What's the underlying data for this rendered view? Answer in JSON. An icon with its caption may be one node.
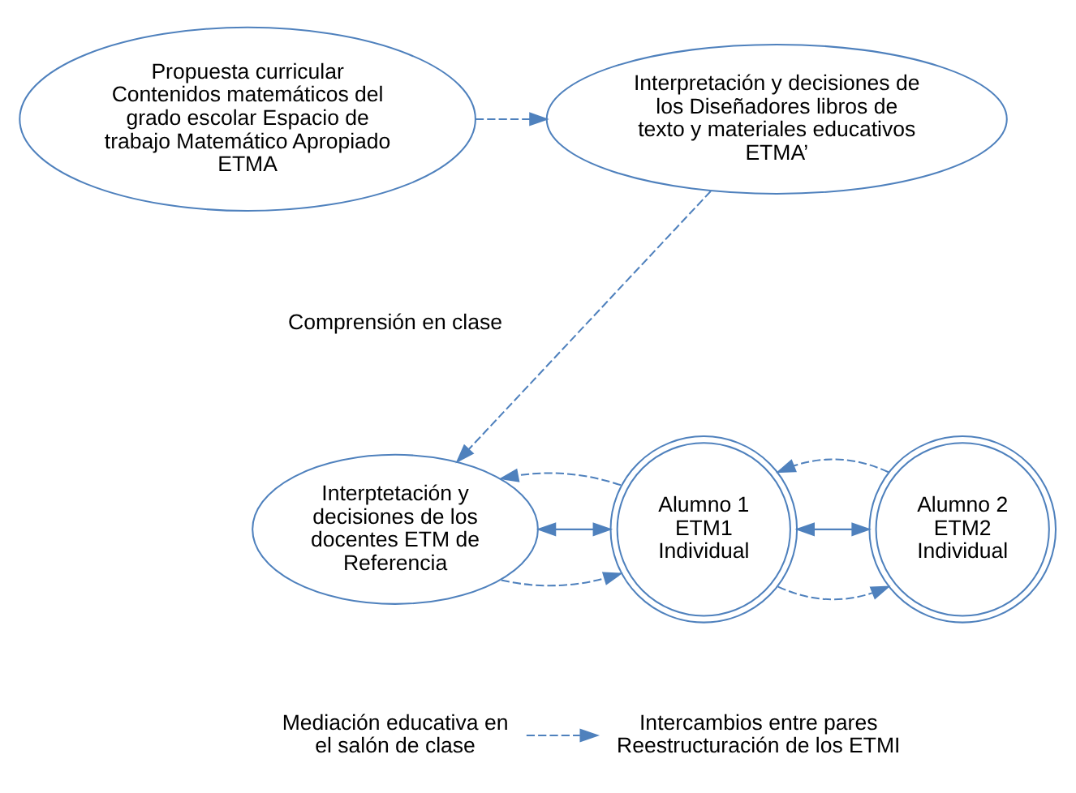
{
  "diagram": {
    "nodes": [
      {
        "text": [
          "Interpretación y decisiones de los Diseñadores libros de texto y materiales educativos ETMA’"
        ]
      },
      {
        "text": [
          "Propuesta curricular Contenidos matemáticos del grado escolar Espacio de trabajo Matemático Apropiado ETMA"
        ]
      },
      {
        "text": [
          "Interptetación y decisiones de los docentes ETM de Referencia"
        ]
      },
      {
        "text": [
          "Alumno 1 ETM1 Individual"
        ]
      },
      {
        "text": [
          "Alumno 2 ETM2 Individual"
        ]
      },
      {
        "text": [
          "Mediación educativa en el salón de clase"
        ]
      },
      {
        "text": [
          "Intercambios entre pares Reestructuración de los ETMI"
        ]
      }
    ],
    "edges": [
      {
        "from": 1,
        "to": 0,
        "arrow": "to",
        "style": "dashed"
      },
      {
        "from": 0,
        "to": 2,
        "arrow": "to",
        "style": "dashed"
      },
      {
        "from": 2,
        "to": 3,
        "arrow": "to",
        "style": "dashed"
      },
      {
        "from": 2,
        "to": 3,
        "arrow": "both"
      },
      {
        "from": 3,
        "to": 2,
        "arrow": "to",
        "style": "dashed"
      },
      {
        "from": 3,
        "to": 4,
        "arrow": "to",
        "style": "dashed"
      },
      {
        "from": 3,
        "to": 4,
        "arrow": "both"
      },
      {
        "from": 4,
        "to": 3,
        "arrow": "to",
        "style": "dashed"
      },
      {
        "from": 5,
        "to": 6,
        "arrow": "to",
        "style": "dashed"
      }
    ],
    "labels": [
      "Comprensión en clase"
    ]
  }
}
